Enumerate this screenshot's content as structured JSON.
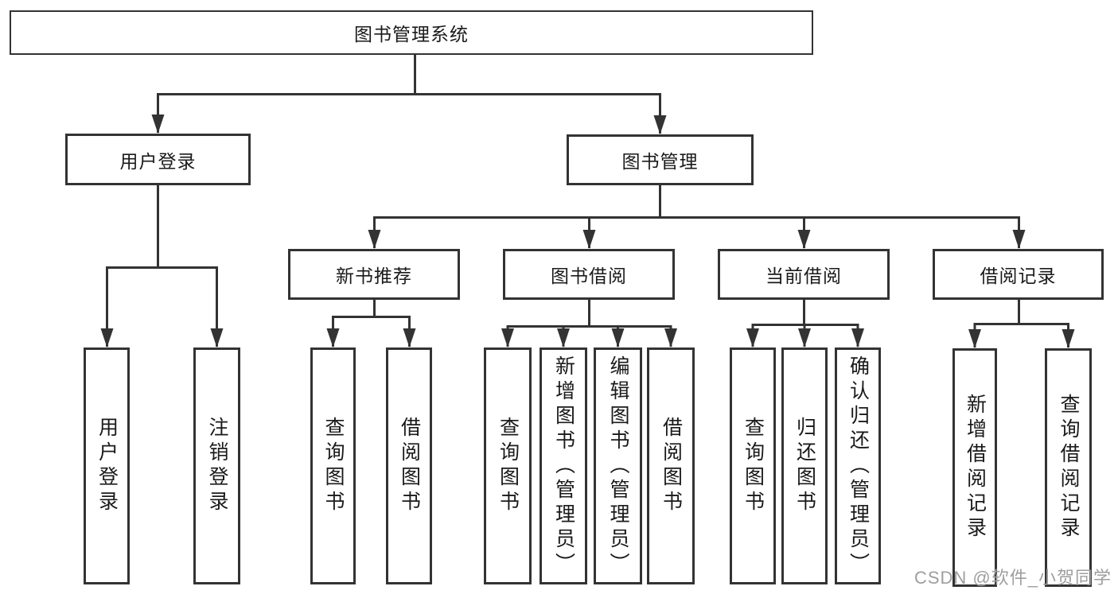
{
  "colors": {
    "background": "#ffffff",
    "line": "#333333",
    "text": "#1a1a1a",
    "watermark": "#9e9e9e"
  },
  "tree": {
    "root": "图书管理系统",
    "children": [
      {
        "label": "用户登录",
        "children": [
          {
            "label": "用户登录"
          },
          {
            "label": "注销登录"
          }
        ]
      },
      {
        "label": "图书管理",
        "children": [
          {
            "label": "新书推荐",
            "children": [
              {
                "label": "查询图书"
              },
              {
                "label": "借阅图书"
              }
            ]
          },
          {
            "label": "图书借阅",
            "children": [
              {
                "label": "查询图书"
              },
              {
                "label": "新增图书（管理员）"
              },
              {
                "label": "编辑图书（管理员）"
              },
              {
                "label": "借阅图书"
              }
            ]
          },
          {
            "label": "当前借阅",
            "children": [
              {
                "label": "查询图书"
              },
              {
                "label": "归还图书"
              },
              {
                "label": "确认归还（管理员）"
              }
            ]
          },
          {
            "label": "借阅记录",
            "children": [
              {
                "label": "新增借阅记录"
              },
              {
                "label": "查询借阅记录"
              }
            ]
          }
        ]
      }
    ]
  },
  "watermark": {
    "text": "CSDN @软件_小贺同学"
  }
}
